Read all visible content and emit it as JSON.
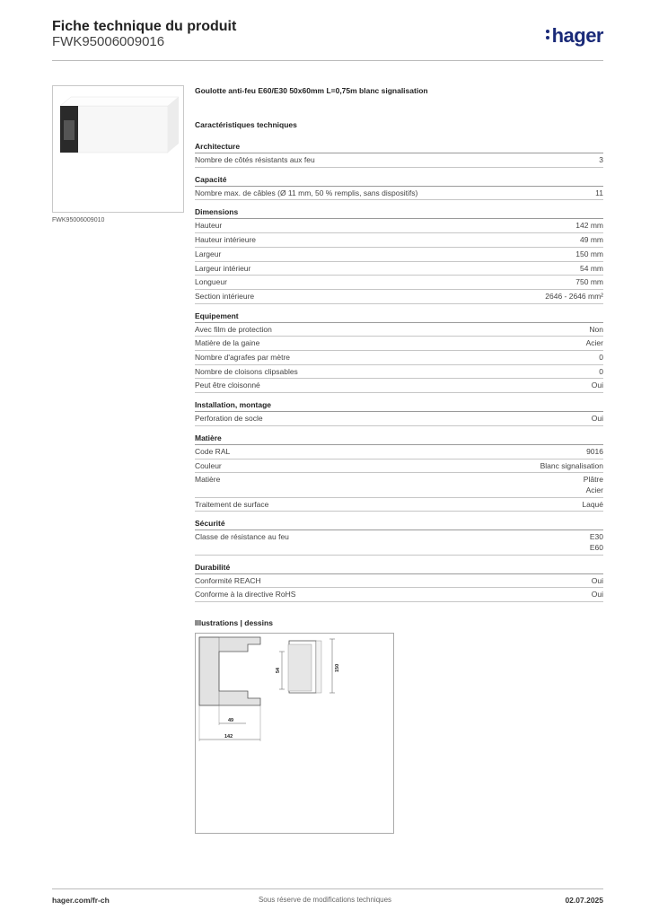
{
  "header": {
    "title": "Fiche technique du produit",
    "code": "FWK95006009016",
    "logo": "hager"
  },
  "thumbnail": {
    "caption": "FWK95006009010"
  },
  "product_title": "Goulotte anti-feu E60/E30 50x60mm L=0,75m blanc signalisation",
  "characteristics_title": "Caractéristiques techniques",
  "sections": [
    {
      "title": "Architecture",
      "rows": [
        {
          "label": "Nombre de côtés résistants aux feu",
          "values": [
            "3"
          ]
        }
      ]
    },
    {
      "title": "Capacité",
      "rows": [
        {
          "label": "Nombre max. de câbles (Ø 11 mm, 50 % remplis, sans dispositifs)",
          "values": [
            "11"
          ]
        }
      ]
    },
    {
      "title": "Dimensions",
      "rows": [
        {
          "label": "Hauteur",
          "values": [
            "142 mm"
          ]
        },
        {
          "label": "Hauteur intérieure",
          "values": [
            "49 mm"
          ]
        },
        {
          "label": "Largeur",
          "values": [
            "150 mm"
          ]
        },
        {
          "label": "Largeur intérieur",
          "values": [
            "54 mm"
          ]
        },
        {
          "label": "Longueur",
          "values": [
            "750 mm"
          ]
        },
        {
          "label": "Section intérieure",
          "values": [
            "2646 - 2646 mm²"
          ]
        }
      ]
    },
    {
      "title": "Equipement",
      "rows": [
        {
          "label": "Avec film de protection",
          "values": [
            "Non"
          ]
        },
        {
          "label": "Matière de la gaine",
          "values": [
            "Acier"
          ]
        },
        {
          "label": "Nombre d'agrafes par mètre",
          "values": [
            "0"
          ]
        },
        {
          "label": "Nombre de cloisons clipsables",
          "values": [
            "0"
          ]
        },
        {
          "label": "Peut être cloisonné",
          "values": [
            "Oui"
          ]
        }
      ]
    },
    {
      "title": "Installation, montage",
      "rows": [
        {
          "label": "Perforation de socle",
          "values": [
            "Oui"
          ]
        }
      ]
    },
    {
      "title": "Matière",
      "rows": [
        {
          "label": "Code RAL",
          "values": [
            "9016"
          ]
        },
        {
          "label": "Couleur",
          "values": [
            "Blanc signalisation"
          ]
        },
        {
          "label": "Matière",
          "values": [
            "Plâtre",
            "Acier"
          ]
        },
        {
          "label": "Traitement de surface",
          "values": [
            "Laqué"
          ]
        }
      ]
    },
    {
      "title": "Sécurité",
      "rows": [
        {
          "label": "Classe de résistance au feu",
          "values": [
            "E30",
            "E60"
          ]
        }
      ]
    },
    {
      "title": "Durabilité",
      "rows": [
        {
          "label": "Conformité REACH",
          "values": [
            "Oui"
          ]
        },
        {
          "label": "Conforme à la directive RoHS",
          "values": [
            "Oui"
          ]
        }
      ]
    }
  ],
  "illustrations": {
    "title": "Illustrations | dessins",
    "dims": {
      "inner_height": "54",
      "outer_height": "150",
      "inner_width": "49",
      "outer_width": "142"
    }
  },
  "footer": {
    "left": "hager.com/fr-ch",
    "center": "Sous réserve de modifications techniques",
    "right": "02.07.2025"
  }
}
